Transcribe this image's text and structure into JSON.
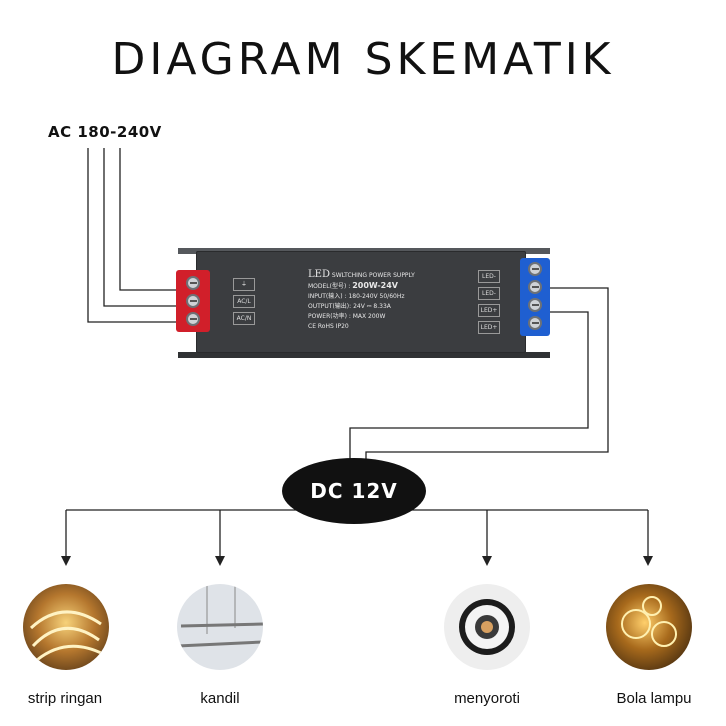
{
  "title": "DIAGRAM SKEMATIK",
  "input_label": "AC 180-240V",
  "psu": {
    "brand": "LED",
    "subtitle": "SWLTCHING POWER SUPPLY",
    "model": "200W-24V",
    "model_line": "MODEL(型号) :",
    "input_line": "INPUT(输入) : 180-240V 50/60Hz",
    "output_line": "OUTPUT(输出): 24V ⎓ 8.33A",
    "power_line": "POWER(功率) : MAX 200W",
    "cert": "CE RoHS  IP20",
    "input_terminals": [
      "⏚",
      "AC/L",
      "AC/N"
    ],
    "output_terminals": [
      "LED-",
      "LED-",
      "LED+",
      "LED+"
    ]
  },
  "output_label": "DC 12V",
  "products": [
    {
      "label": "strip ringan",
      "icon": "led-strip-icon"
    },
    {
      "label": "kandil",
      "icon": "pendant-lamp-icon"
    },
    {
      "label": "menyoroti",
      "icon": "spotlight-icon"
    },
    {
      "label": "Bola lampu",
      "icon": "light-bulb-icon"
    }
  ],
  "colors": {
    "terminal_input": "#d11f2a",
    "terminal_output": "#1f5fd1",
    "psu_body": "#3b3d40"
  }
}
